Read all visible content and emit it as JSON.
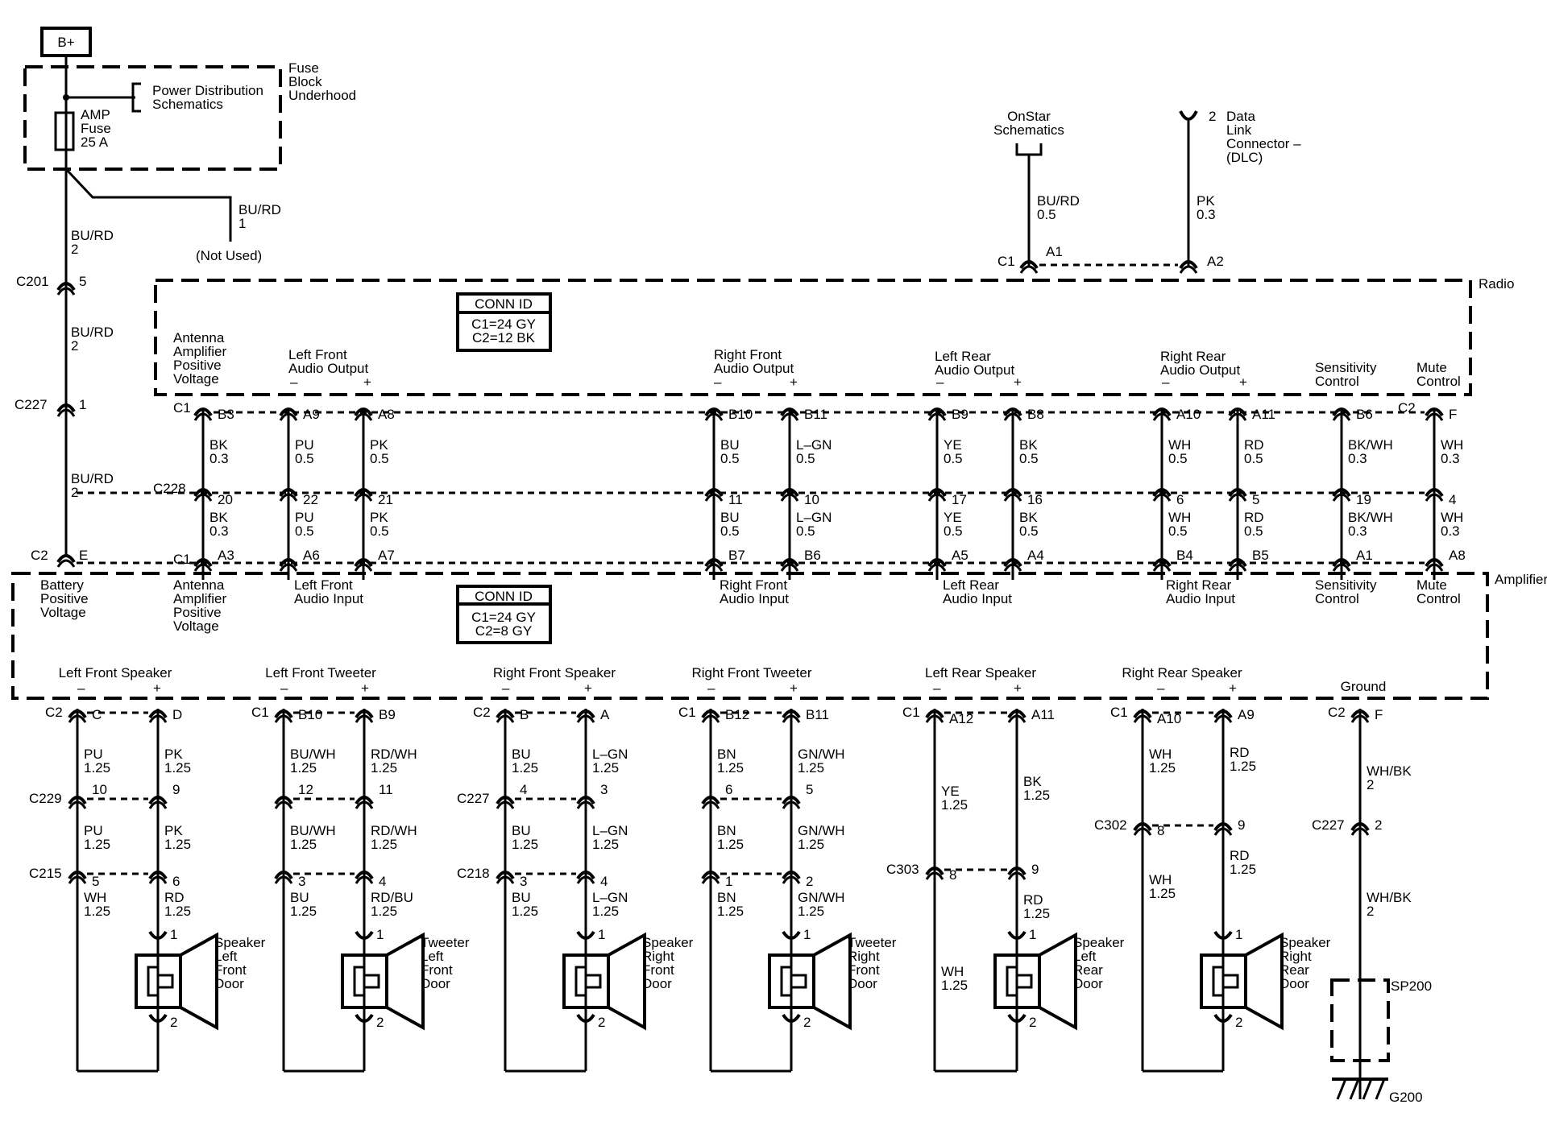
{
  "power": {
    "battery": "B+",
    "fuse_block": [
      "Fuse",
      "Block",
      "Underhood"
    ],
    "power_dist": [
      "Power Distribution",
      "Schematics"
    ],
    "fuse": [
      "AMP",
      "Fuse",
      "25 A"
    ],
    "not_used_wire": [
      "BU/RD",
      "1"
    ],
    "not_used": "(Not Used)",
    "main_wires": [
      {
        "color": "BU/RD",
        "size": "2"
      },
      {
        "color": "BU/RD",
        "size": "2"
      },
      {
        "color": "BU/RD",
        "size": "2"
      }
    ],
    "connectors": [
      {
        "name": "C201",
        "pin": "5"
      },
      {
        "name": "C227",
        "pin": "1"
      },
      {
        "name": "C2",
        "pin": "E"
      }
    ]
  },
  "onstar": {
    "label": [
      "OnStar",
      "Schematics"
    ],
    "wire": {
      "color": "BU/RD",
      "size": "0.5"
    },
    "connector": "C1",
    "pin": "A1"
  },
  "dlc": {
    "pin_top": "2",
    "label": [
      "Data",
      "Link",
      "Connector –",
      "(DLC)"
    ],
    "wire": {
      "color": "PK",
      "size": "0.3"
    },
    "pin": "A2"
  },
  "radio": {
    "name": "Radio",
    "conn_id_title": "CONN ID",
    "conn_ids": [
      "C1=24 GY",
      "C2=12 BK"
    ],
    "groups": [
      [
        "Antenna",
        "Amplifier",
        "Positive",
        "Voltage"
      ],
      [
        "Left Front",
        "Audio Output"
      ],
      [
        "Right Front",
        "Audio Output"
      ],
      [
        "Left Rear",
        "Audio Output"
      ],
      [
        "Right Rear",
        "Audio Output"
      ],
      [
        "Sensitivity",
        "Control"
      ],
      [
        "Mute",
        "Control"
      ]
    ],
    "connector_labels": [
      "C1",
      "C2"
    ]
  },
  "amplifier": {
    "name": "Amplifier",
    "conn_id_title": "CONN ID",
    "conn_ids": [
      "C1=24 GY",
      "C2=8 GY"
    ],
    "inputs": [
      [
        "Battery",
        "Positive",
        "Voltage"
      ],
      [
        "Antenna",
        "Amplifier",
        "Positive",
        "Voltage"
      ],
      [
        "Left Front",
        "Audio Input"
      ],
      [
        "Right Front",
        "Audio Input"
      ],
      [
        "Left Rear",
        "Audio Input"
      ],
      [
        "Right Rear",
        "Audio Input"
      ],
      [
        "Sensitivity",
        "Control"
      ],
      [
        "Mute",
        "Control"
      ]
    ],
    "outputs": [
      "Left Front Speaker",
      "Left Front Tweeter",
      "Right Front Speaker",
      "Right Front Tweeter",
      "Left Rear Speaker",
      "Right Rear Speaker",
      "Ground"
    ],
    "connector_labels": [
      "C1",
      "C2"
    ]
  },
  "c228": "C228",
  "signal_lines": [
    {
      "radio_pin": "B3",
      "w1": [
        "BK",
        "0.3"
      ],
      "c228_pin": "20",
      "w2": [
        "BK",
        "0.3"
      ],
      "amp_pin": "A3"
    },
    {
      "radio_pin": "A9",
      "w1": [
        "PU",
        "0.5"
      ],
      "c228_pin": "22",
      "w2": [
        "PU",
        "0.5"
      ],
      "amp_pin": "A6"
    },
    {
      "radio_pin": "A8",
      "w1": [
        "PK",
        "0.5"
      ],
      "c228_pin": "21",
      "w2": [
        "PK",
        "0.5"
      ],
      "amp_pin": "A7"
    },
    {
      "radio_pin": "B10",
      "w1": [
        "BU",
        "0.5"
      ],
      "c228_pin": "11",
      "w2": [
        "BU",
        "0.5"
      ],
      "amp_pin": "B7"
    },
    {
      "radio_pin": "B11",
      "w1": [
        "L–GN",
        "0.5"
      ],
      "c228_pin": "10",
      "w2": [
        "L–GN",
        "0.5"
      ],
      "amp_pin": "B6"
    },
    {
      "radio_pin": "B9",
      "w1": [
        "YE",
        "0.5"
      ],
      "c228_pin": "17",
      "w2": [
        "YE",
        "0.5"
      ],
      "amp_pin": "A5"
    },
    {
      "radio_pin": "B8",
      "w1": [
        "BK",
        "0.5"
      ],
      "c228_pin": "16",
      "w2": [
        "BK",
        "0.5"
      ],
      "amp_pin": "A4"
    },
    {
      "radio_pin": "A10",
      "w1": [
        "WH",
        "0.5"
      ],
      "c228_pin": "6",
      "w2": [
        "WH",
        "0.5"
      ],
      "amp_pin": "B4"
    },
    {
      "radio_pin": "A11",
      "w1": [
        "RD",
        "0.5"
      ],
      "c228_pin": "5",
      "w2": [
        "RD",
        "0.5"
      ],
      "amp_pin": "B5"
    },
    {
      "radio_pin": "B6",
      "w1": [
        "BK/WH",
        "0.3"
      ],
      "c228_pin": "19",
      "w2": [
        "BK/WH",
        "0.3"
      ],
      "amp_pin": "A1"
    },
    {
      "radio_pin": "F",
      "w1": [
        "WH",
        "0.3"
      ],
      "c228_pin": "4",
      "w2": [
        "WH",
        "0.3"
      ],
      "amp_pin": "A8"
    }
  ],
  "speakers": [
    {
      "conn": "C2",
      "pins": [
        "C",
        "D"
      ],
      "wires_a": [
        [
          "PU",
          "1.25"
        ],
        [
          "PU",
          "1.25"
        ],
        [
          "WH",
          "1.25"
        ]
      ],
      "wires_b": [
        [
          "PK",
          "1.25"
        ],
        [
          "PK",
          "1.25"
        ],
        [
          "RD",
          "1.25"
        ]
      ],
      "inline1": {
        "name": "C229",
        "pins": [
          "10",
          "9"
        ]
      },
      "inline2": {
        "name": "C215",
        "pins": [
          "5",
          "6"
        ]
      },
      "device": [
        "Speaker",
        "Left",
        "Front",
        "Door"
      ]
    },
    {
      "conn": "C1",
      "pins": [
        "B10",
        "B9"
      ],
      "wires_a": [
        [
          "BU/WH",
          "1.25"
        ],
        [
          "BU/WH",
          "1.25"
        ],
        [
          "BU",
          "1.25"
        ]
      ],
      "wires_b": [
        [
          "RD/WH",
          "1.25"
        ],
        [
          "RD/WH",
          "1.25"
        ],
        [
          "RD/BU",
          "1.25"
        ]
      ],
      "inline1": {
        "name": "",
        "pins": [
          "12",
          "11"
        ]
      },
      "inline2": {
        "name": "",
        "pins": [
          "3",
          "4"
        ]
      },
      "device": [
        "Tweeter",
        "Left",
        "Front",
        "Door"
      ]
    },
    {
      "conn": "C2",
      "pins": [
        "B",
        "A"
      ],
      "wires_a": [
        [
          "BU",
          "1.25"
        ],
        [
          "BU",
          "1.25"
        ],
        [
          "BU",
          "1.25"
        ]
      ],
      "wires_b": [
        [
          "L–GN",
          "1.25"
        ],
        [
          "L–GN",
          "1.25"
        ],
        [
          "L–GN",
          "1.25"
        ]
      ],
      "inline1": {
        "name": "C227",
        "pins": [
          "4",
          "3"
        ]
      },
      "inline2": {
        "name": "C218",
        "pins": [
          "3",
          "4"
        ]
      },
      "device": [
        "Speaker",
        "Right",
        "Front",
        "Door"
      ]
    },
    {
      "conn": "C1",
      "pins": [
        "B12",
        "B11"
      ],
      "wires_a": [
        [
          "BN",
          "1.25"
        ],
        [
          "BN",
          "1.25"
        ],
        [
          "BN",
          "1.25"
        ]
      ],
      "wires_b": [
        [
          "GN/WH",
          "1.25"
        ],
        [
          "GN/WH",
          "1.25"
        ],
        [
          "GN/WH",
          "1.25"
        ]
      ],
      "inline1": {
        "name": "",
        "pins": [
          "6",
          "5"
        ]
      },
      "inline2": {
        "name": "",
        "pins": [
          "1",
          "2"
        ]
      },
      "device": [
        "Tweeter",
        "Right",
        "Front",
        "Door"
      ]
    }
  ],
  "left_rear": {
    "conn": "C1",
    "pins": [
      "A12",
      "A11"
    ],
    "wires_a": [
      [
        "YE",
        "1.25"
      ],
      [
        "WH",
        "1.25"
      ]
    ],
    "wires_b": [
      [
        "BK",
        "1.25"
      ],
      [
        "RD",
        "1.25"
      ]
    ],
    "inline": {
      "name": "C303",
      "pins": [
        "8",
        "9"
      ]
    },
    "device": [
      "Speaker",
      "Left",
      "Rear",
      "Door"
    ]
  },
  "right_rear": {
    "conn": "C1",
    "pins": [
      "A10",
      "A9"
    ],
    "wires_a": [
      [
        "WH",
        "1.25"
      ],
      [
        "WH",
        "1.25"
      ]
    ],
    "wires_b": [
      [
        "RD",
        "1.25"
      ],
      [
        "RD",
        "1.25"
      ]
    ],
    "inline": {
      "name": "C302",
      "pins": [
        "8",
        "9"
      ]
    },
    "device": [
      "Speaker",
      "Right",
      "Rear",
      "Door"
    ]
  },
  "speaker_pins": [
    "1",
    "2"
  ],
  "ground": {
    "conn": "C2",
    "pin": "F",
    "wire1": [
      "WH/BK",
      "2"
    ],
    "inline": {
      "name": "C227",
      "pin": "2"
    },
    "wire2": [
      "WH/BK",
      "2"
    ],
    "splice": "SP200",
    "ground_label": "G200"
  }
}
